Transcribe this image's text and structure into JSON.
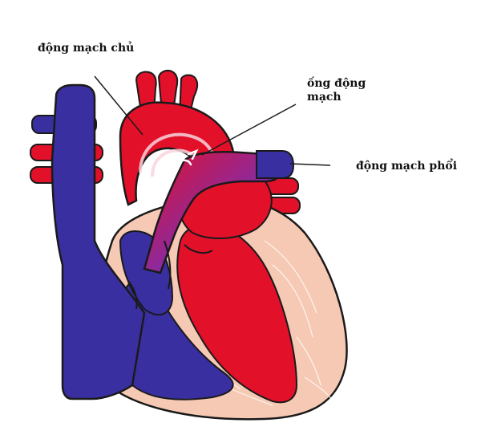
{
  "labels": {
    "aorta": "động mạch chủ",
    "ductus_line1": "ống động",
    "ductus_line2": "mạch",
    "pulmonary_artery": "động mạch phổi"
  },
  "colors": {
    "oxygenated": "#e3102a",
    "deoxygenated": "#3a2fa0",
    "mixed": "#8a2aa0",
    "muscle": "#f6c9b4",
    "outline": "#1a1a1a"
  }
}
